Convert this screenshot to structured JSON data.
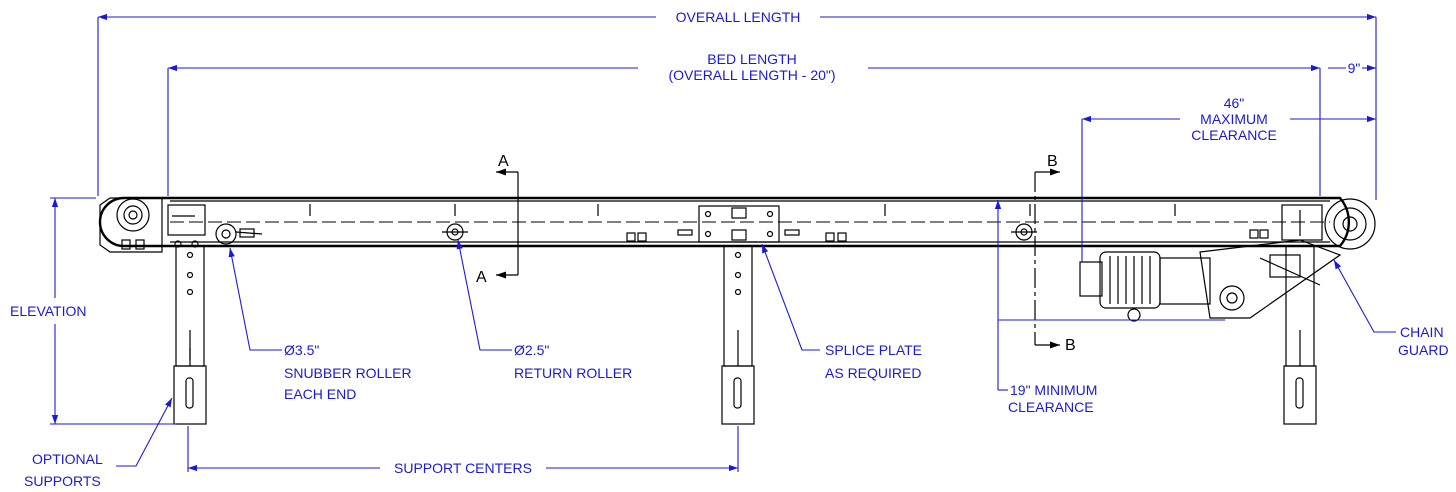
{
  "dimensions": {
    "overall_length": "OVERALL LENGTH",
    "bed_length_line1": "BED LENGTH",
    "bed_length_line2": "(OVERALL LENGTH - 20\")",
    "end_offset": "9\"",
    "max_clearance_line1": "46\"",
    "max_clearance_line2": "MAXIMUM",
    "max_clearance_line3": "CLEARANCE",
    "elevation": "ELEVATION",
    "min_clearance_line1": "19\" MINIMUM",
    "min_clearance_line2": "CLEARANCE",
    "support_centers": "SUPPORT CENTERS"
  },
  "callouts": {
    "snubber_line1": "Ø3.5\"",
    "snubber_line2": "SNUBBER ROLLER",
    "snubber_line3": "EACH END",
    "return_line1": "Ø2.5\"",
    "return_line2": "RETURN ROLLER",
    "splice_line1": "SPLICE PLATE",
    "splice_line2": "AS REQUIRED",
    "chain_line1": "CHAIN",
    "chain_line2": "GUARD",
    "optional_line1": "OPTIONAL",
    "optional_line2": "SUPPORTS"
  },
  "sections": {
    "a_top": "A",
    "a_bottom": "A",
    "b_top": "B",
    "b_bottom": "B"
  }
}
